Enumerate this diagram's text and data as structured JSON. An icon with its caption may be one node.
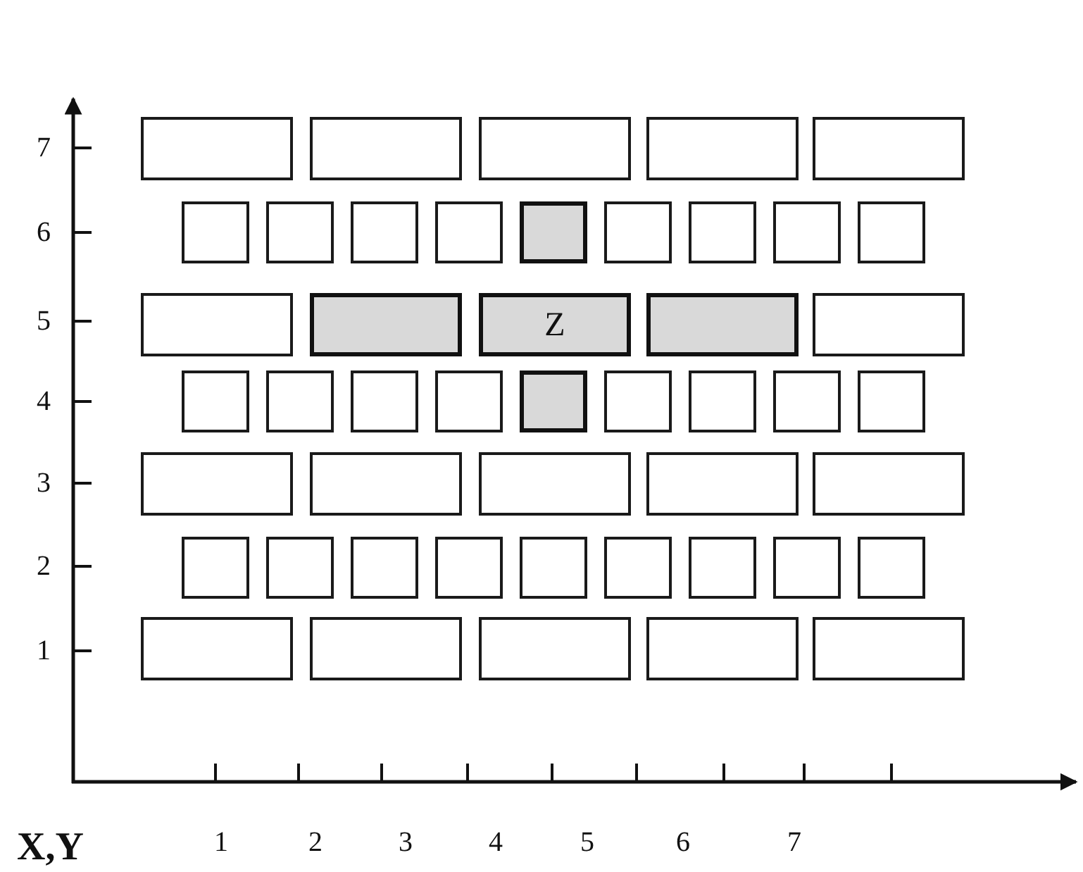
{
  "diagram": {
    "nodes": [
      {
        "text": [],
        "shape": "box"
      },
      {
        "text": [],
        "shape": "box"
      },
      {
        "text": [],
        "shape": "box"
      },
      {
        "text": [],
        "shape": "box"
      },
      {
        "text": [],
        "shape": "box"
      },
      {
        "text": [],
        "shape": "box"
      },
      {
        "text": [],
        "shape": "box"
      },
      {
        "text": [],
        "shape": "box"
      },
      {
        "text": [],
        "shape": "box"
      },
      {
        "text": [],
        "shape": "box"
      },
      {
        "text": [],
        "shape": "box"
      },
      {
        "text": [],
        "shape": "box"
      },
      {
        "text": [],
        "shape": "box"
      },
      {
        "text": [],
        "shape": "box"
      },
      {
        "text": [],
        "shape": "box"
      },
      {
        "text": [],
        "shape": "box"
      },
      {
        "text": [
          "Z"
        ]
      },
      {
        "text": [],
        "shape": "box"
      },
      {
        "text": [],
        "shape": "box"
      },
      {
        "text": [],
        "shape": "box"
      },
      {
        "text": [],
        "shape": "box"
      },
      {
        "text": [],
        "shape": "box"
      },
      {
        "text": [],
        "shape": "box"
      },
      {
        "text": [],
        "shape": "box"
      },
      {
        "text": [],
        "shape": "box"
      },
      {
        "text": [],
        "shape": "box"
      },
      {
        "text": [],
        "shape": "box"
      },
      {
        "text": [],
        "shape": "box"
      },
      {
        "text": [],
        "shape": "box"
      },
      {
        "text": [],
        "shape": "box"
      },
      {
        "text": [],
        "shape": "box"
      },
      {
        "text": [],
        "shape": "box"
      },
      {
        "text": [],
        "shape": "box"
      },
      {
        "text": [],
        "shape": "box"
      },
      {
        "text": [],
        "shape": "box"
      },
      {
        "text": [],
        "shape": "box"
      },
      {
        "text": [],
        "shape": "box"
      },
      {
        "text": [],
        "shape": "box"
      },
      {
        "text": [],
        "shape": "box"
      },
      {
        "text": [],
        "shape": "box"
      },
      {
        "text": [],
        "shape": "box"
      },
      {
        "text": [],
        "shape": "box"
      },
      {
        "text": [],
        "shape": "box"
      },
      {
        "text": [],
        "shape": "box"
      },
      {
        "text": [],
        "shape": "box"
      },
      {
        "text": [],
        "shape": "box"
      },
      {
        "text": [],
        "shape": "box"
      }
    ],
    "labels": [
      "7",
      "6",
      "5",
      "4",
      "3",
      "2",
      "1",
      "X,Y",
      "1",
      "2",
      "3",
      "4",
      "5",
      "6",
      "7"
    ]
  }
}
